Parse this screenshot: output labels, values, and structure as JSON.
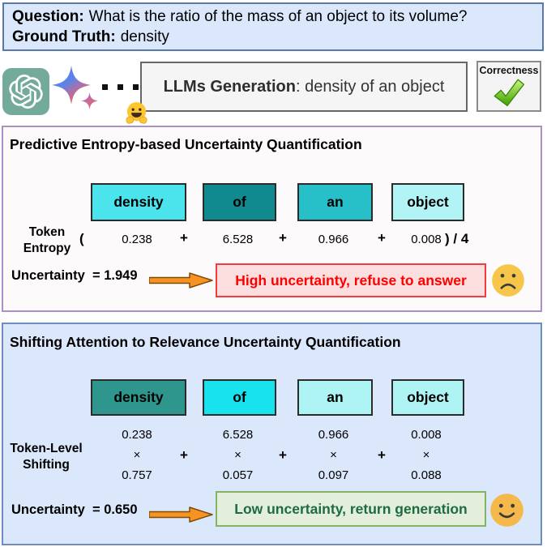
{
  "question_box": {
    "question_label": "Question:",
    "question_text": "What is the ratio of the mass of an object to its volume?",
    "ground_truth_label": "Ground Truth:",
    "ground_truth_text": "density"
  },
  "generation_row": {
    "llm_generation_label": "LLMs Generation",
    "llm_generation_text": ": density of an object",
    "correctness_label": "Correctness"
  },
  "icons": {
    "openai_logo_color": "#74aa9c",
    "gemini_sparkle_gradient": [
      "#9a62e8",
      "#5585ec",
      "#e56952"
    ],
    "ellipsis_dots": "· · ·",
    "hugging_face_emoji": "🤗",
    "green_check_color": "#3fa000",
    "arrow_color": "#f79421",
    "sad_face_emoji": "🙁",
    "smiley_face_emoji": "🙂"
  },
  "pe_section": {
    "title": "Predictive Entropy-based Uncertainty Quantification",
    "tokens": [
      {
        "text": "density",
        "color": "#4be4ec"
      },
      {
        "text": "of",
        "color": "#10898f"
      },
      {
        "text": "an",
        "color": "#28c0c8"
      },
      {
        "text": "object",
        "color": "#b2f3f6"
      }
    ],
    "row_label_line1": "Token",
    "row_label_line2": "Entropy",
    "open_paren": "(",
    "close_paren": ") / 4",
    "plus": "+",
    "token_entropies": [
      "0.238",
      "6.528",
      "0.966",
      "0.008"
    ],
    "uncertainty_label": "Uncertainty",
    "uncertainty_value": "= 1.949",
    "result_text": "High uncertainty, refuse to answer",
    "result_text_color": "#ff0000",
    "result_fill": "#fcdede",
    "result_border": "#f23b3b"
  },
  "sar_section": {
    "title": "Shifting Attention to Relevance Uncertainty Quantification",
    "tokens": [
      {
        "text": "density",
        "color": "#2e968c"
      },
      {
        "text": "of",
        "color": "#19e2ef"
      },
      {
        "text": "an",
        "color": "#aef4f4"
      },
      {
        "text": "object",
        "color": "#aef4f4"
      }
    ],
    "row_label_line1": "Token-Level",
    "row_label_line2": "Shifting",
    "times": "×",
    "plus": "+",
    "token_entropies": [
      "0.238",
      "6.528",
      "0.966",
      "0.008"
    ],
    "shifting_weights": [
      "0.757",
      "0.057",
      "0.097",
      "0.088"
    ],
    "uncertainty_label": "Uncertainty",
    "uncertainty_value": "= 0.650",
    "result_text": "Low uncertainty, return generation",
    "result_text_color": "#1d6b40",
    "result_fill": "#e3efda",
    "result_border": "#82b366"
  }
}
